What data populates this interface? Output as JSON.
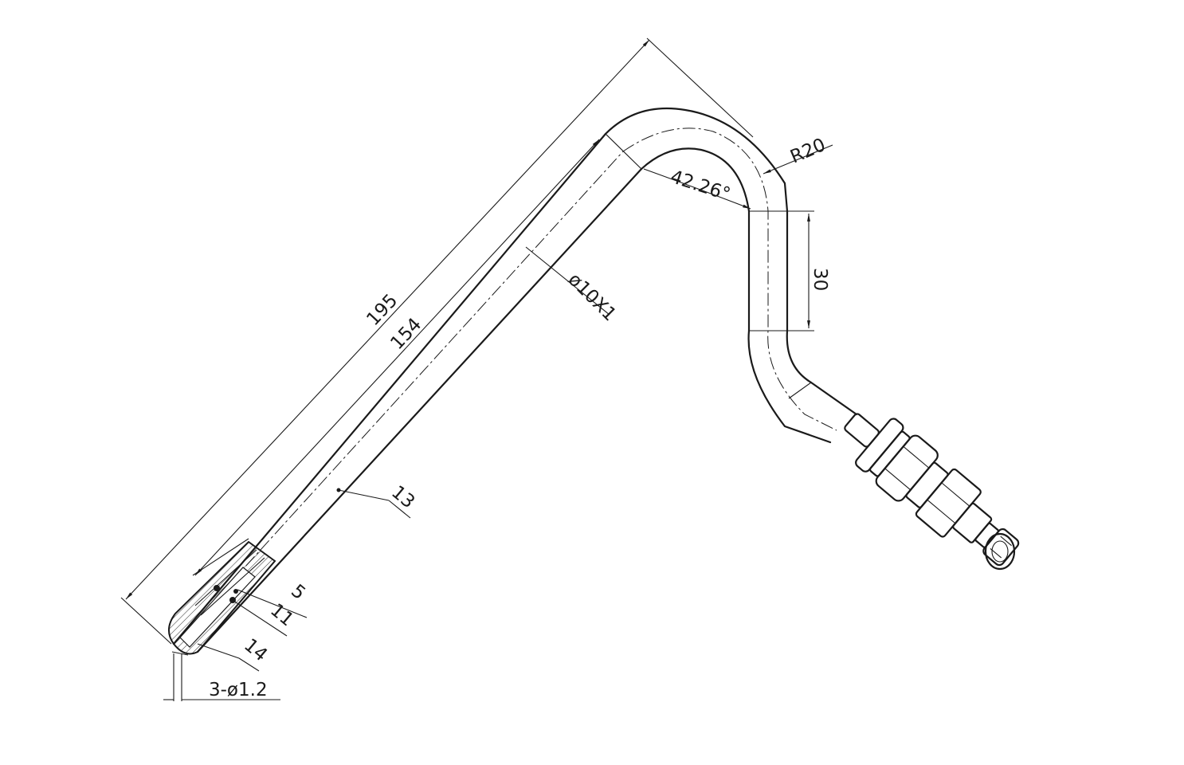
{
  "dimensions": {
    "overall_length": "195",
    "straight_length": "154",
    "tube_size": "ø10X1",
    "bend_radius": "R20",
    "bend_angle": "42.26°",
    "offset": "30",
    "holes": "3-ø1.2"
  },
  "balloons": {
    "tube": "13",
    "insert": "5",
    "sleeve": "11",
    "tip": "14"
  }
}
